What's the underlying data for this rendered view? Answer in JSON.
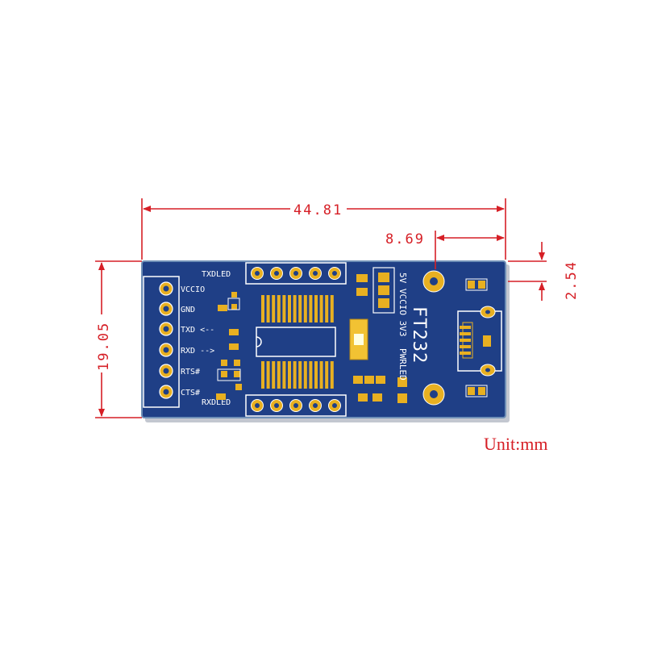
{
  "colors": {
    "dimension": "#d61f26",
    "pcb": "#1f3f86",
    "pcb_edge": "#6f8fb7",
    "silkscreen": "#ffffff",
    "gold": "#e8b021",
    "unit_text": "#d61f26"
  },
  "dimensions": {
    "width": "44.81",
    "height": "19.05",
    "usb_offset": "8.69",
    "edge_offset": "2.54",
    "unit": "Unit:mm"
  },
  "board": {
    "pin_labels": [
      "VCCIO",
      "GND",
      "TXD <--",
      "RXD -->",
      "RTS#",
      "CTS#"
    ],
    "txd_led": "TXDLED",
    "rxd_led": "RXDLED",
    "voltage_label": "5V VCCIO 3V3",
    "chip_name": "FT232",
    "pwr_led": "PWRLED"
  },
  "icons": [
    "mounting-hole-icon",
    "usb-connector-icon",
    "led-icon",
    "ic-chip-icon"
  ]
}
